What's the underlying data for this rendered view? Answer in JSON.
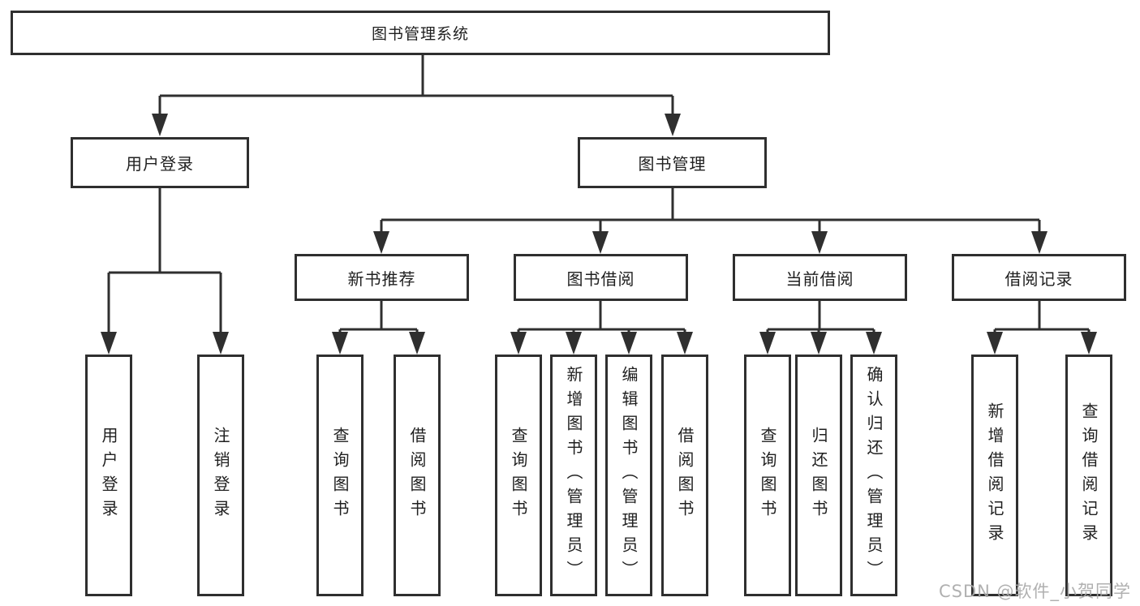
{
  "root": {
    "label": "图书管理系统"
  },
  "login_branch": {
    "label": "用户登录",
    "children": [
      {
        "label": "用户登录"
      },
      {
        "label": "注销登录"
      }
    ]
  },
  "mgmt_branch": {
    "label": "图书管理",
    "groups": [
      {
        "label": "新书推荐",
        "children": [
          {
            "label": "查询图书"
          },
          {
            "label": "借阅图书"
          }
        ]
      },
      {
        "label": "图书借阅",
        "children": [
          {
            "label": "查询图书"
          },
          {
            "label": "新增图书（管理员）"
          },
          {
            "label": "编辑图书（管理员）"
          },
          {
            "label": "借阅图书"
          }
        ]
      },
      {
        "label": "当前借阅",
        "children": [
          {
            "label": "查询图书"
          },
          {
            "label": "归还图书"
          },
          {
            "label": "确认归还（管理员）"
          }
        ]
      },
      {
        "label": "借阅记录",
        "children": [
          {
            "label": "新增借阅记录"
          },
          {
            "label": "查询借阅记录"
          }
        ]
      }
    ]
  },
  "watermark": "CSDN @软件_小贺同学",
  "colors": {
    "line": "#2f2f2f",
    "text": "#1f1f1f",
    "watermark": "#a8a8a8",
    "background": "#ffffff"
  }
}
